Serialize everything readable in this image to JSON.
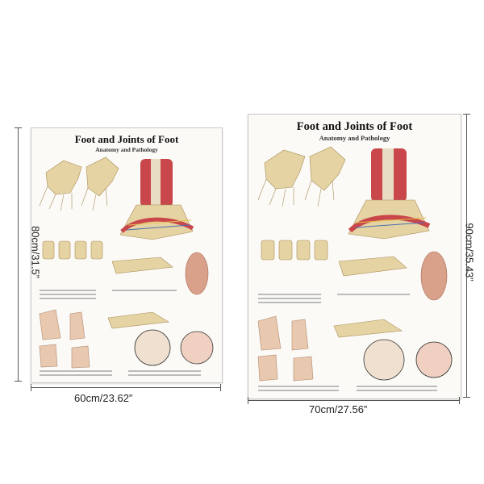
{
  "posters": [
    {
      "title": "Foot and Joints of Foot",
      "subtitle": "Anatomy and Pathology"
    },
    {
      "title": "Foot and Joints of Foot",
      "subtitle": "Anatomy and Pathology"
    }
  ],
  "dimensions": {
    "left_width": "60cm/23.62”",
    "left_height": "80cm/31.5”",
    "right_width": "70cm/27.56”",
    "right_height": "90cm/35.43”"
  },
  "colors": {
    "bone": "#e6d3a3",
    "muscle": "#c9464a",
    "tendon": "#e8dcc4",
    "nerve": "#e2c14d",
    "vessel": "#4a6fb0"
  }
}
